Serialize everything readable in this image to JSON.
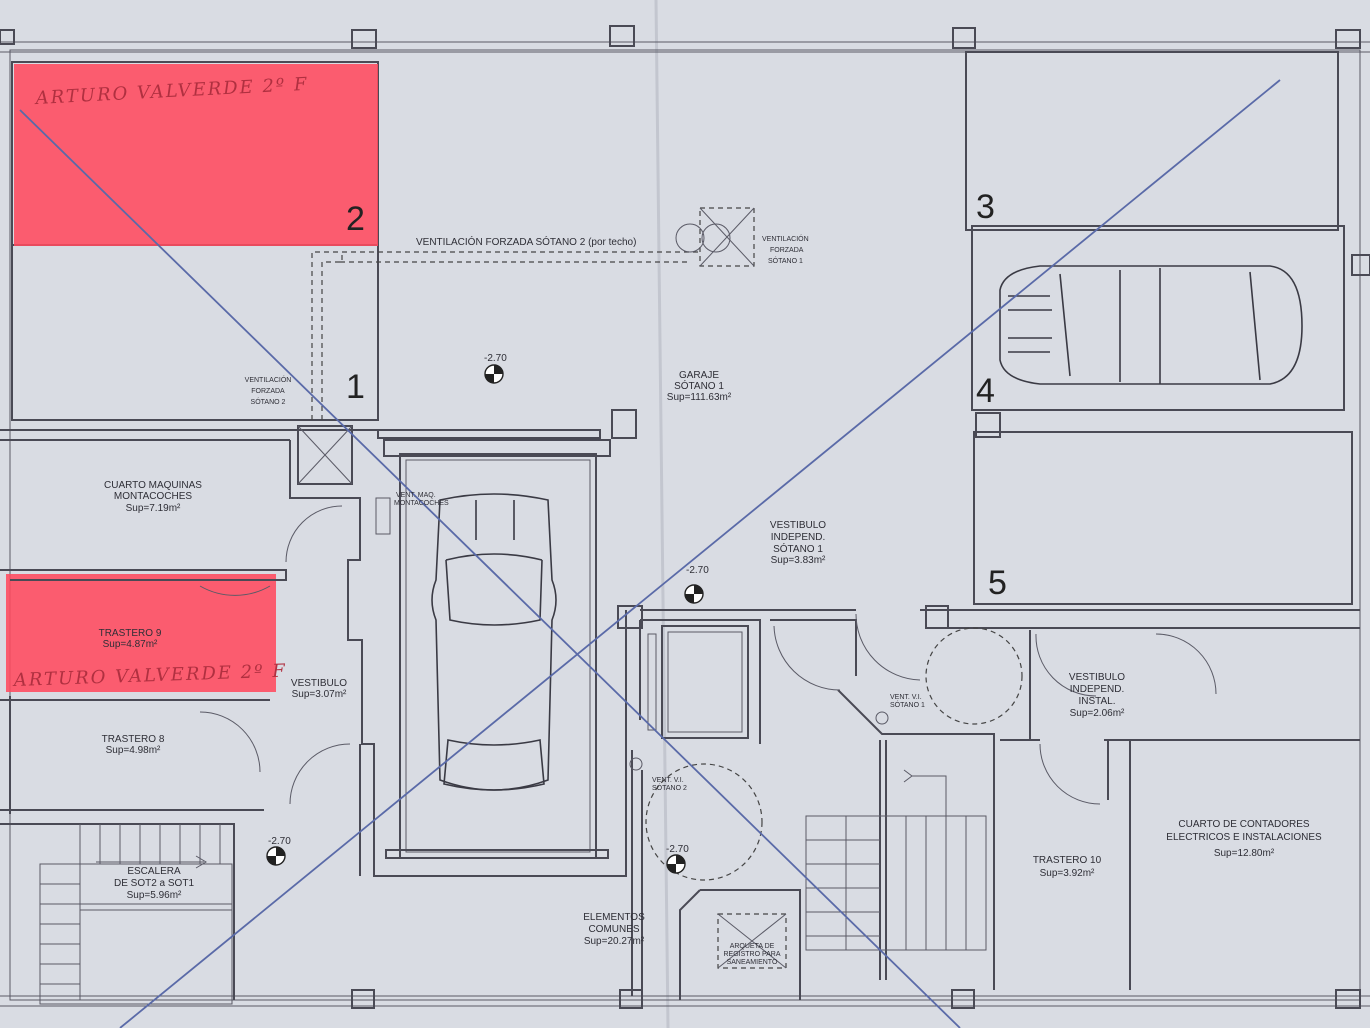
{
  "rooms": {
    "cuarto_maquinas": {
      "line1": "CUARTO MAQUINAS",
      "line2": "MONTACOCHES",
      "area": "Sup=7.19m²"
    },
    "garaje": {
      "line1": "GARAJE",
      "line2": "SÓTANO 1",
      "area": "Sup=111.63m²"
    },
    "vestibulo_independ_sotano": {
      "line1": "VESTIBULO",
      "line2": "INDEPEND.",
      "line3": "SÓTANO 1",
      "area": "Sup=3.83m²"
    },
    "trastero_9": {
      "line1": "TRASTERO 9",
      "area": "Sup=4.87m²"
    },
    "vestibulo": {
      "line1": "VESTIBULO",
      "area": "Sup=3.07m²"
    },
    "trastero_8": {
      "line1": "TRASTERO 8",
      "area": "Sup=4.98m²"
    },
    "escalera": {
      "line1": "ESCALERA",
      "line2": "DE SOT2 a SOT1",
      "area": "Sup=5.96m²"
    },
    "elementos_comunes": {
      "line1": "ELEMENTOS",
      "line2": "COMUNES",
      "area": "Sup=20.27m²"
    },
    "vestibulo_independ_instal": {
      "line1": "VESTIBULO",
      "line2": "INDEPEND.",
      "line3": "INSTAL.",
      "area": "Sup=2.06m²"
    },
    "cuarto_contadores": {
      "line1": "CUARTO DE CONTADORES",
      "line2": "ELECTRICOS E INSTALACIONES",
      "area": "Sup=12.80m²"
    },
    "trastero_10": {
      "line1": "TRASTERO 10",
      "area": "Sup=3.92m²"
    }
  },
  "annotations": {
    "vent_forzada_sotano2": "VENTILACIÓN  FORZADA  SÓTANO 2  (por techo)",
    "vent_forzada_sotano1": {
      "line1": "VENTILACIÓN",
      "line2": "FORZADA",
      "line3": "SÓTANO 1"
    },
    "vent_forzada_sotano2_shaft": {
      "line1": "VENTILACIÓN",
      "line2": "FORZADA",
      "line3": "SÓTANO 2"
    },
    "vent_maq": {
      "line1": "VENT. MAQ.",
      "line2": "MONTACOCHES"
    },
    "vent_vi_1": {
      "line1": "VENT. V.I.",
      "line2": "SÓTANO 1"
    },
    "vent_vi_2": {
      "line1": "VENT. V.I.",
      "line2": "SÓTANO 2"
    },
    "arqueta": {
      "line1": "ARQUETA DE",
      "line2": "REGISTRO PARA",
      "line3": "SANEAMIENTO"
    }
  },
  "levels": {
    "l1": "-2.70",
    "l2": "-2.70",
    "l3": "-2.70",
    "l4": "-2.70"
  },
  "parking_spaces": [
    "1",
    "2",
    "3",
    "4",
    "5"
  ],
  "handwritten": {
    "top_left": "ARTURO VALVERDE 2º F",
    "trastero": "ARTURO VALVERDE  2º F"
  },
  "colors": {
    "highlight": "#ff4a5e",
    "paper": "#d9dce3",
    "pen_blue": "#5a6aa8"
  }
}
